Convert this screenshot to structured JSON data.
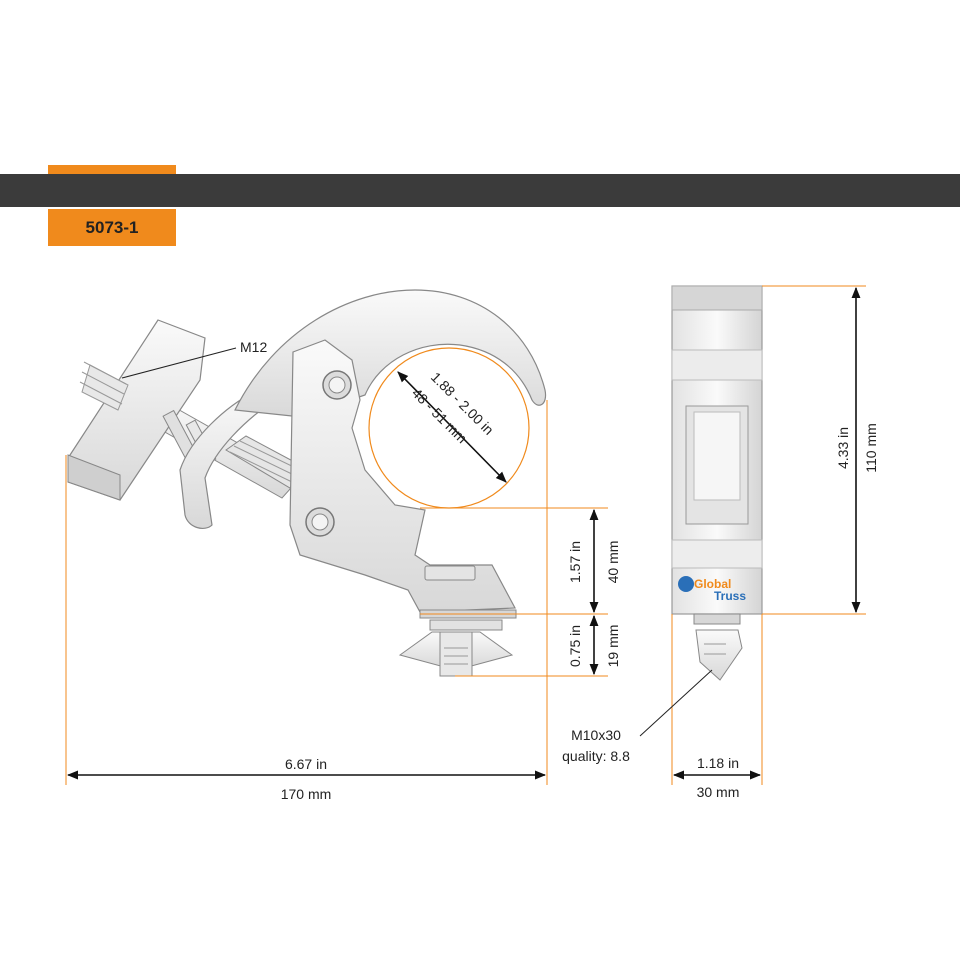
{
  "header": {
    "product_code": "5073-1",
    "accent_color": "#f08a1c",
    "bar_color": "#3b3b3b"
  },
  "side_view": {
    "thread_label": "M12",
    "diameter_in": "1.88 - 2.00 in",
    "diameter_mm": "48 - 51 mm",
    "width_in": "6.67 in",
    "width_mm": "170 mm",
    "jaw_height_in": "1.57 in",
    "jaw_height_mm": "40 mm",
    "bolt_height_in": "0.75 in",
    "bolt_height_mm": "19 mm"
  },
  "front_view": {
    "height_in": "4.33 in",
    "height_mm": "110 mm",
    "bolt_spec": "M10x30",
    "bolt_quality": "quality: 8.8",
    "width_in": "1.18 in",
    "width_mm": "30 mm",
    "logo_line1": "Global",
    "logo_line2": "Truss"
  }
}
